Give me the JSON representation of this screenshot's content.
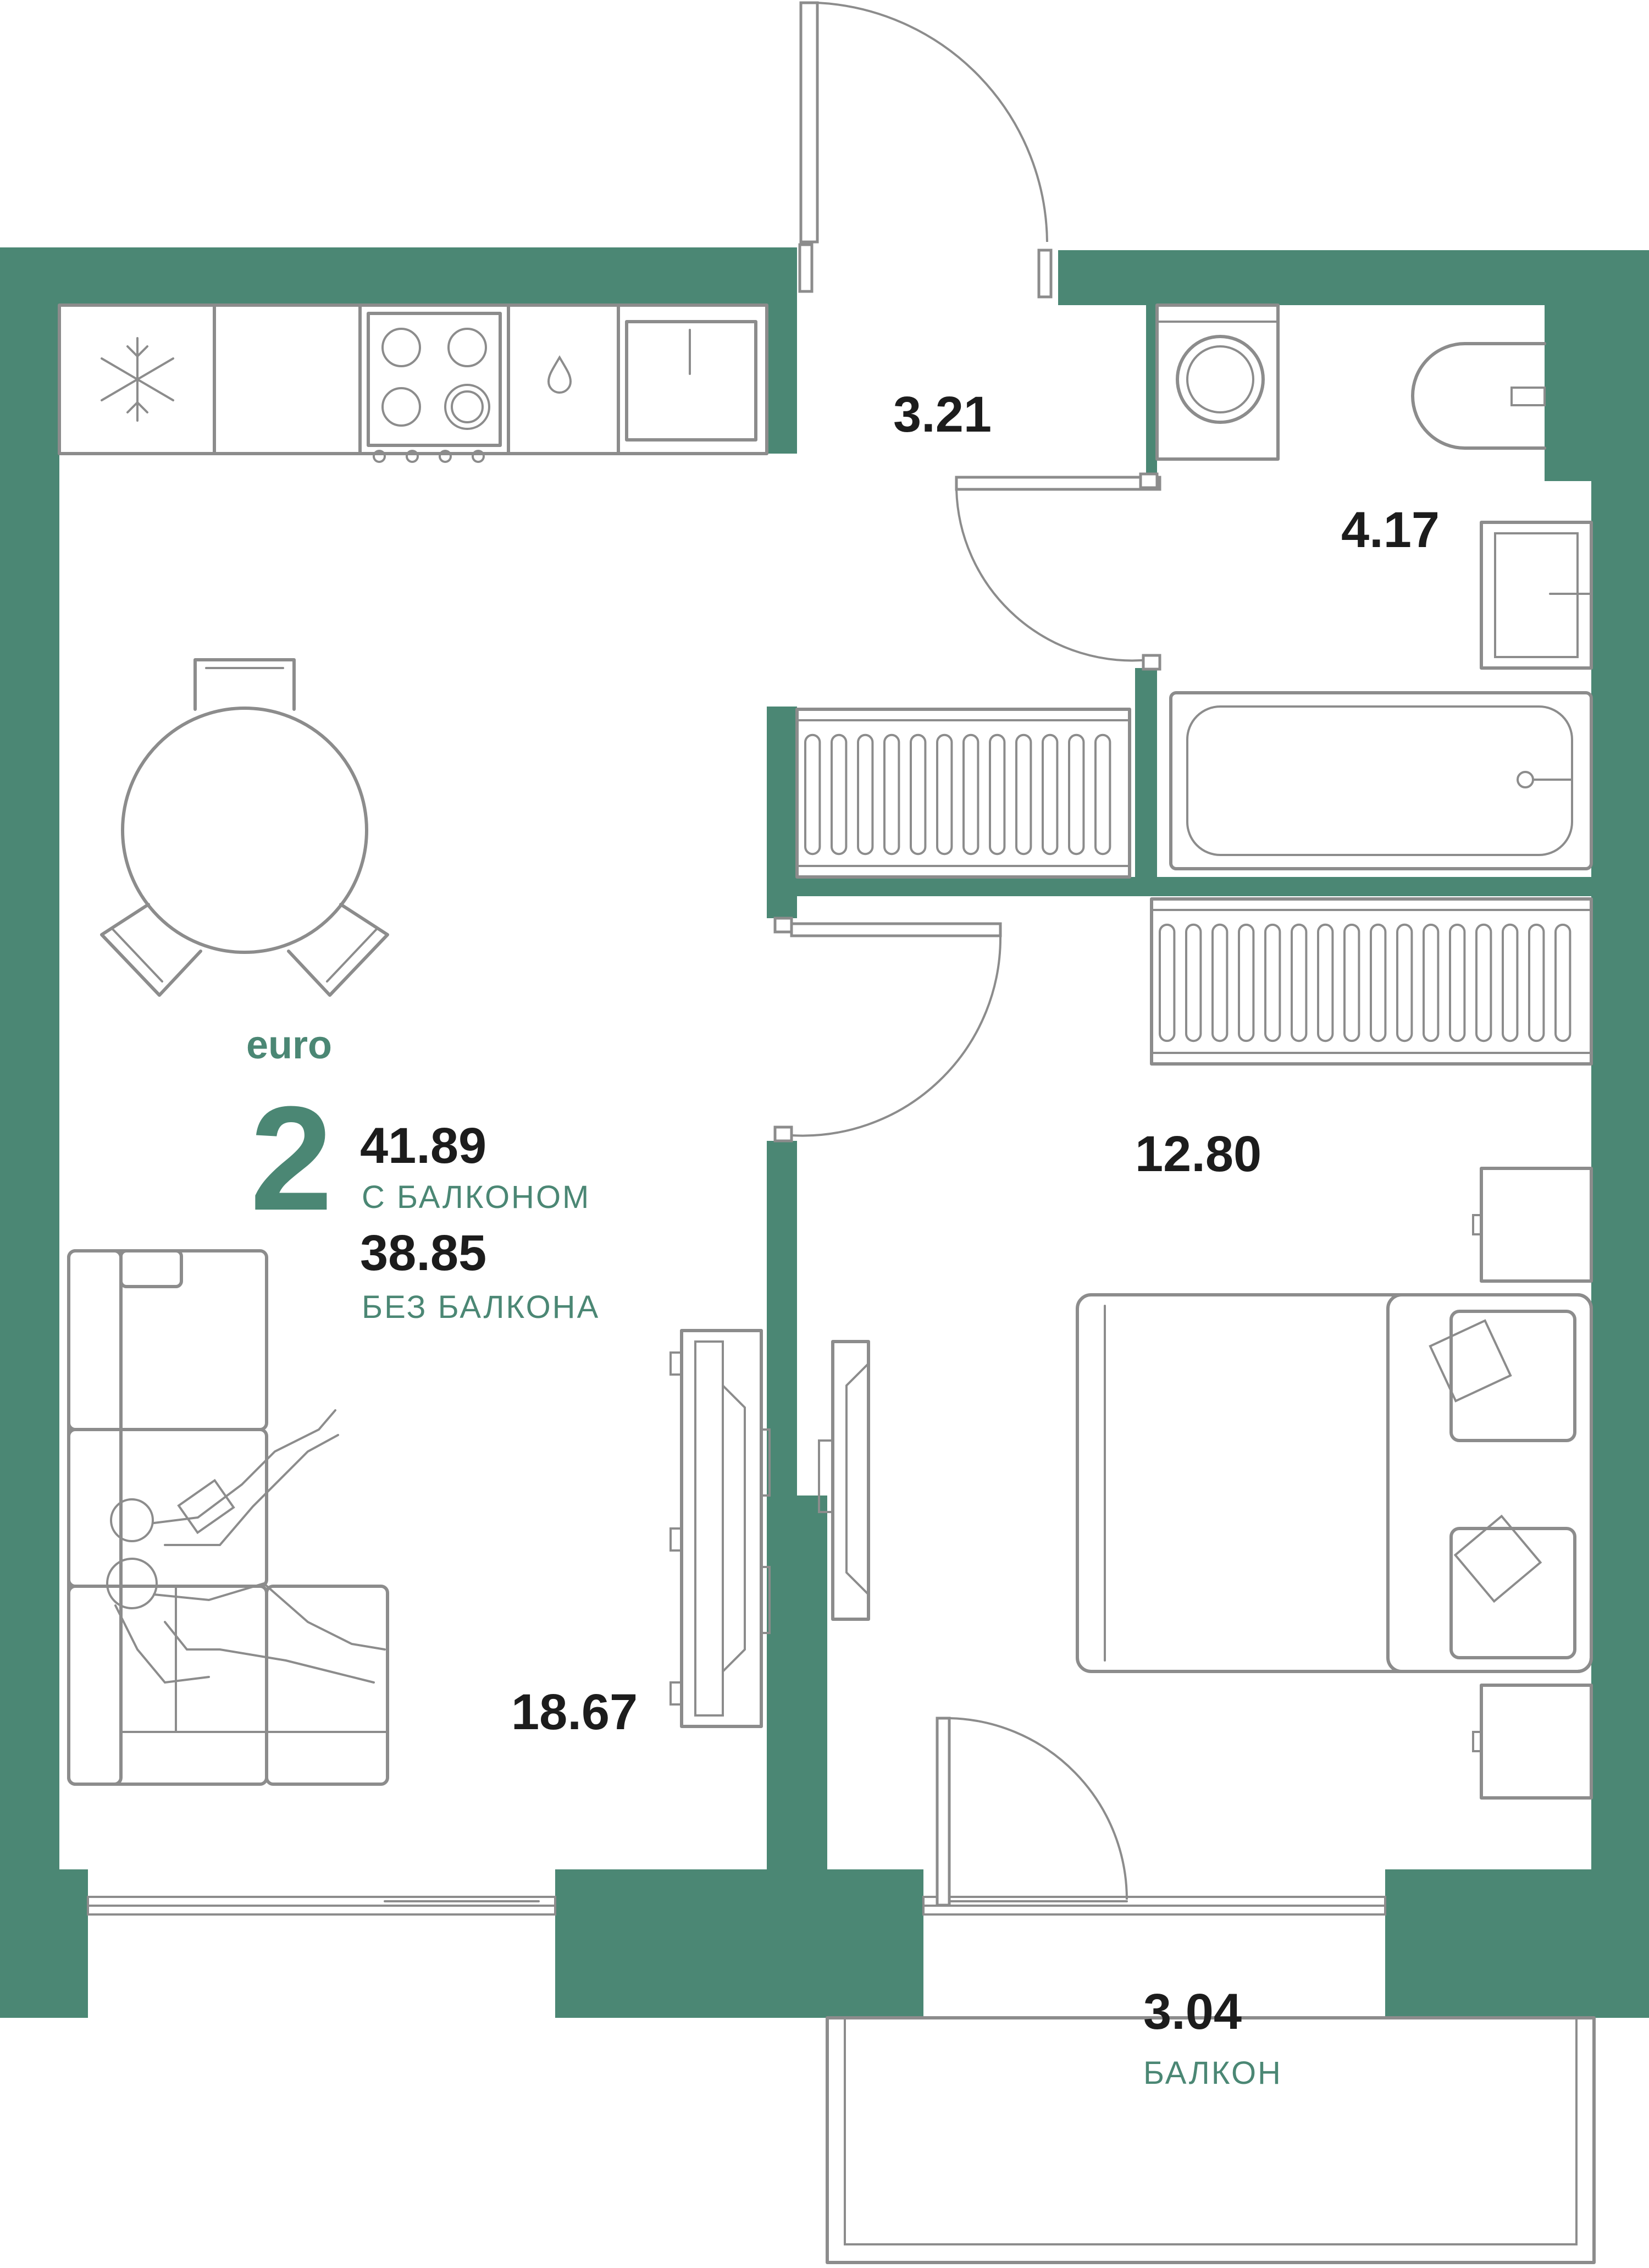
{
  "apartment": {
    "type_label": "euro",
    "rooms": "2",
    "area_with_balcony": "41.89",
    "with_balcony_label": "С БАЛКОНОМ",
    "area_without_balcony": "38.85",
    "without_balcony_label": "БЕЗ БАЛКОНА"
  },
  "rooms": {
    "hall": "3.21",
    "bathroom": "4.17",
    "living_kitchen": "18.67",
    "bedroom": "12.80",
    "balcony": "3.04",
    "balcony_label": "БАЛКОН"
  },
  "colors": {
    "wall": "#4b8774",
    "fixture": "#8c8c8c",
    "text": "#1c1c1c"
  },
  "icons": {
    "fridge": "snowflake-icon",
    "stove": "cooktop-icon",
    "water": "water-drop-icon"
  }
}
